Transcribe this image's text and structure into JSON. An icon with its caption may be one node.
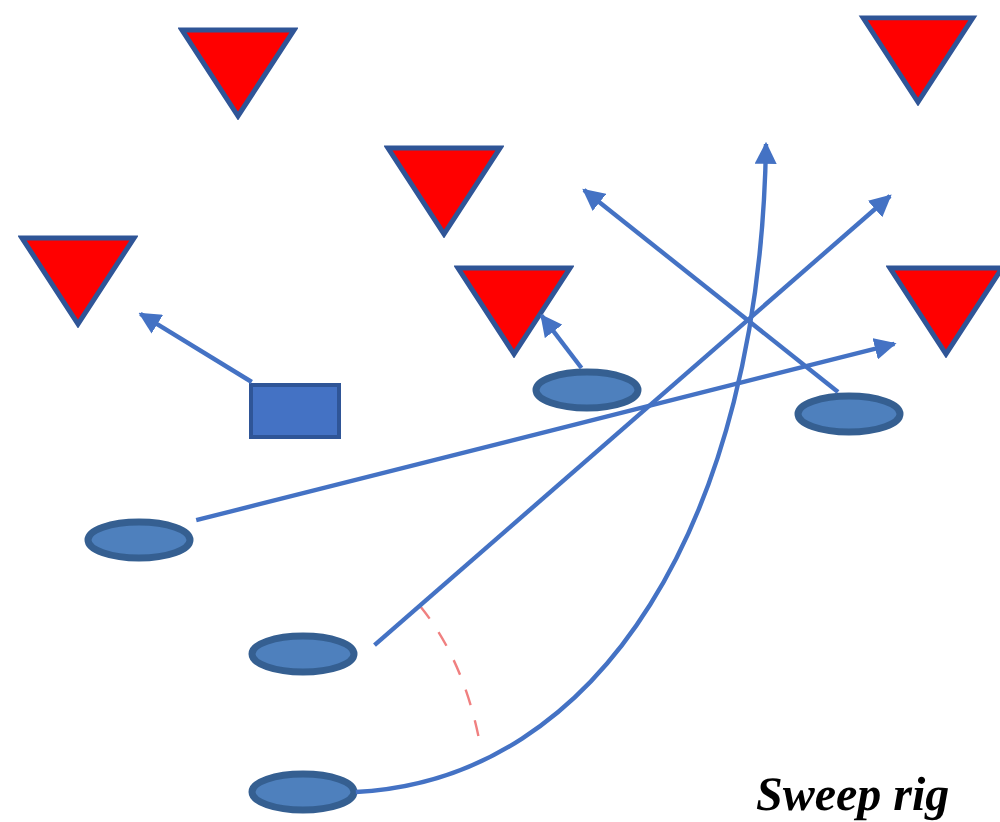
{
  "diagram": {
    "nodes": [
      {
        "text": [],
        "shape": "triangle"
      },
      {
        "text": [],
        "shape": "triangle"
      },
      {
        "text": [],
        "shape": "triangle"
      },
      {
        "text": [],
        "shape": "triangle"
      },
      {
        "text": [],
        "shape": "triangle"
      },
      {
        "text": [],
        "shape": "triangle"
      },
      {
        "text": [],
        "shape": "box"
      },
      {
        "text": [],
        "shape": "ellipse"
      },
      {
        "text": [],
        "shape": "ellipse"
      },
      {
        "text": [],
        "shape": "ellipse"
      },
      {
        "text": [],
        "shape": "ellipse"
      },
      {
        "text": [],
        "shape": "ellipse"
      }
    ],
    "edges": [
      {
        "from": 6,
        "to": 3,
        "arrow": "to"
      },
      {
        "from": 7,
        "to": 4,
        "arrow": "to"
      },
      {
        "from": 8,
        "to": null,
        "arrow": "to"
      },
      {
        "from": 9,
        "to": 5,
        "arrow": "to"
      },
      {
        "from": 10,
        "to": null,
        "arrow": "to"
      },
      {
        "from": 11,
        "to": null,
        "arrow": "to"
      }
    ],
    "labels": [
      "Sweep rig"
    ]
  }
}
